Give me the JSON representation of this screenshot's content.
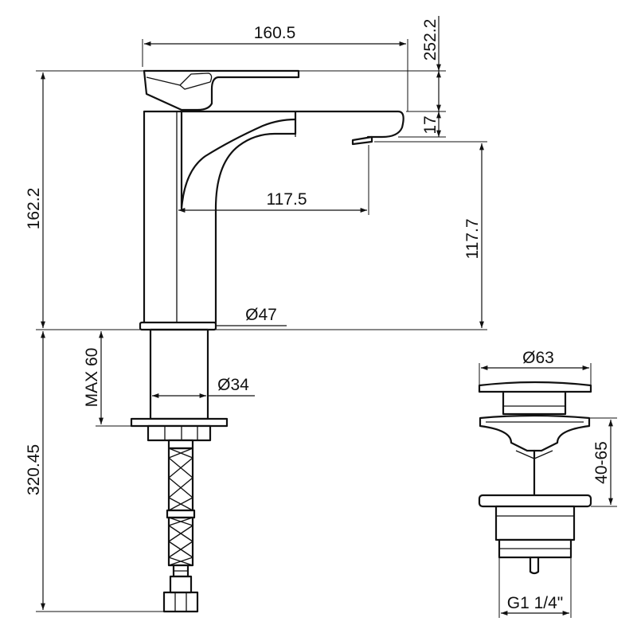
{
  "dimensions": {
    "spout_length_total": "160.5",
    "overall_height": "252.2",
    "aerator_offset": "17",
    "spout_reach": "117.5",
    "spout_height": "117.7",
    "body_height": "162.2",
    "base_diameter": "Ø47",
    "shank_diameter": "Ø34",
    "max_deck_thickness": "MAX 60",
    "hose_length": "320.45",
    "waste_top_diameter": "Ø63",
    "waste_adjust_range": "40-65",
    "waste_thread": "G1 1/4\""
  }
}
